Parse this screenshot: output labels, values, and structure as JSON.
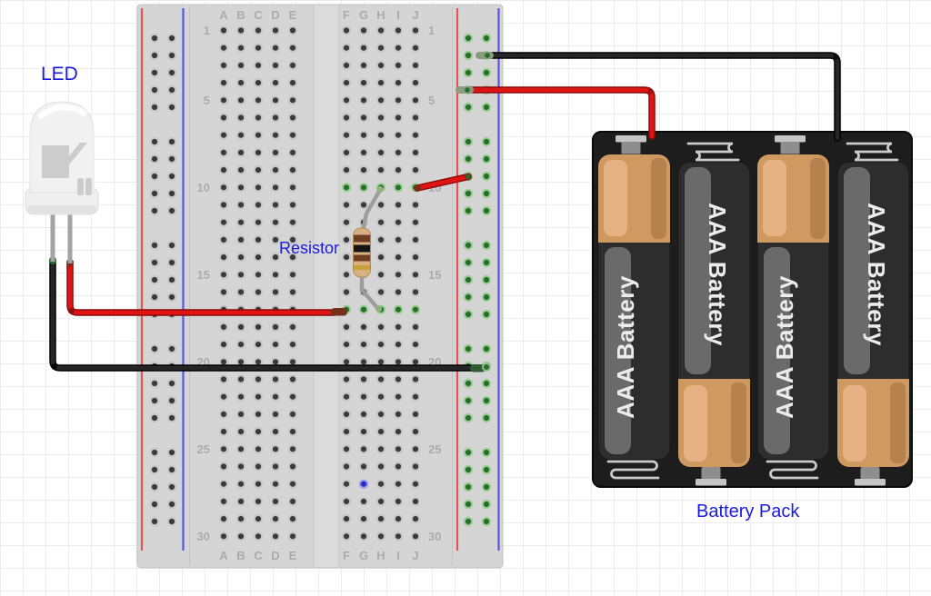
{
  "canvas": {
    "description": "Breadboard circuit: LED connected through a resistor to a 4x AAA battery pack"
  },
  "labels": {
    "led": "LED",
    "resistor": "Resistor",
    "battery_pack": "Battery Pack"
  },
  "battery": {
    "cell_label": "AAA Battery",
    "cell_count": 4,
    "cells": [
      {
        "orientation": "positive-up"
      },
      {
        "orientation": "positive-down"
      },
      {
        "orientation": "positive-up"
      },
      {
        "orientation": "positive-down"
      }
    ]
  },
  "breadboard": {
    "column_letters_left": [
      "A",
      "B",
      "C",
      "D",
      "E"
    ],
    "column_letters_right": [
      "F",
      "G",
      "H",
      "I",
      "J"
    ],
    "row_numbers": [
      1,
      5,
      10,
      15,
      20,
      25,
      30
    ],
    "rows": 30,
    "highlighted_rows_green": [
      "F10",
      "G10",
      "H10",
      "I10",
      "J10",
      "F17",
      "G17",
      "H17",
      "I17",
      "J17"
    ],
    "highlighted_hole_blue": "G27",
    "right_rail_all_green": true
  },
  "resistor": {
    "bands": [
      "brown",
      "black",
      "brown",
      "gold"
    ],
    "lead_top": "H10",
    "lead_bottom": "H17"
  },
  "wires": [
    {
      "color": "black",
      "from": "right power rail (row 2, blue column)",
      "to": "battery pack negative spring (cell 4)"
    },
    {
      "color": "red",
      "from": "right power rail (row 4, red column)",
      "to": "battery pack positive terminal (cell 1)"
    },
    {
      "color": "red",
      "from": "J10",
      "to": "right power rail (row 10 area)"
    },
    {
      "color": "red",
      "from": "LED anode leg",
      "to": "F17"
    },
    {
      "color": "black",
      "from": "LED cathode leg",
      "to": "right power rail (row 20 area, blue column)"
    }
  ],
  "colors": {
    "label_blue": "#1b1be0",
    "wire_red": "#e01414",
    "wire_black": "#262626",
    "hole_green": "#256f2a",
    "hole_green_ring": "#9ccb93",
    "hole_blue": "#2929ce",
    "board_gray": "#d5d5d5",
    "rail_red_line": "#e25454",
    "rail_blue_line": "#5555e0",
    "battery_tan": "#cf9a62",
    "pack_black": "#1d1d1d",
    "resistor_body": "#d7b183"
  }
}
